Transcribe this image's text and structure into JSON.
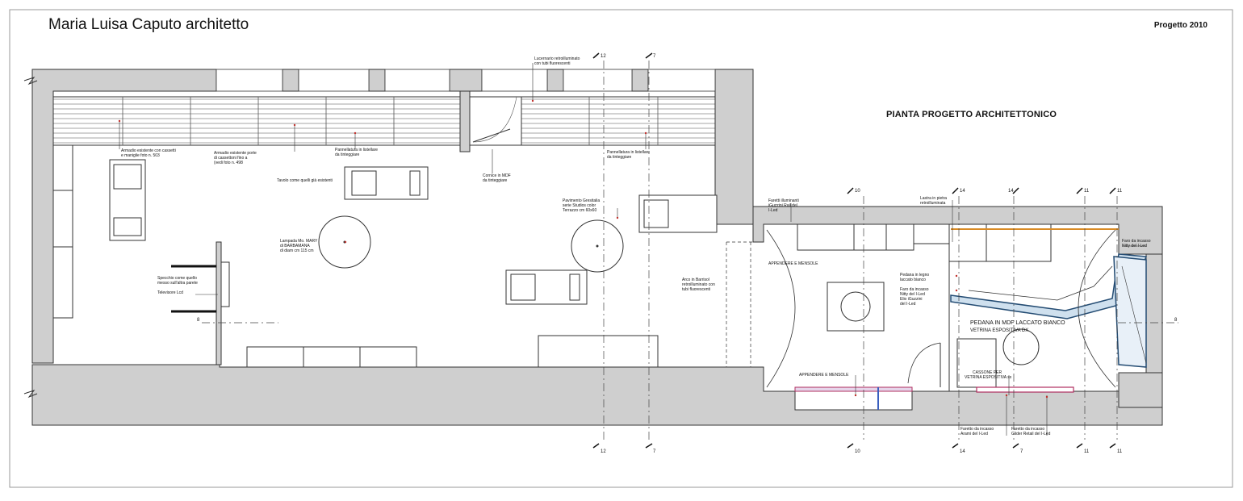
{
  "sheet": {
    "author": "Maria Luisa Caputo architetto",
    "project": "Progetto 2010",
    "title": "PIANTA PROGETTO ARCHITETTONICO"
  },
  "annotations": {
    "armadio_1_a": "Armadio esistente con cassetti",
    "armadio_1_b": "e maniglie foto n. 503",
    "armadio_2_a": "Armadio esistente porte",
    "armadio_2_b": "di cassettoni fino a",
    "armadio_2_c": "(vedi foto n. 498",
    "pannellatura_1_a": "Pannellatura in listellare",
    "pannellatura_1_b": "da tinteggiare",
    "pannellatura_2_a": "Pannellatura in listellare",
    "pannellatura_2_b": "da tinteggiare",
    "lucernario_a": "Lucernario retroilluminato",
    "lucernario_b": "con tubi fluorescenti",
    "tavolo": "Tavolo come quelli già esistenti",
    "cornice_a": "Cornice in MDF",
    "cornice_b": "da tinteggiare",
    "pavimento_a": "Pavimento Gresitalia",
    "pavimento_b": "serie Studios color",
    "pavimento_c": "Terrazzo cm 60x60",
    "lampada_a": "Lampada Mo. MARY",
    "lampada_b": "di BARBAMANA",
    "lampada_c": "di diam cm 115 cm",
    "specchio_a": "Specchio come quello",
    "specchio_b": "messo sull'altra parete",
    "televisore": "Televisore Lcd",
    "arco_a": "Arco in Barrisol",
    "arco_b": "retroilluminato con",
    "arco_c": "tubi fluorescenti",
    "faretti_rail_a": "Faretti illuminanti",
    "faretti_rail_b": "iGuzzini Rail del",
    "faretti_rail_c": "I-Led",
    "lastra_a": "Lastra in pietra",
    "lastra_b": "retroilluminata",
    "appendere_1": "APPENDERE E MENSOLE",
    "appendere_2": "APPENDERE E MENSOLE",
    "pedana_a": "Pedana in legno",
    "pedana_b": "laccato bianco",
    "faro_1_a": "Faro da incasso",
    "faro_1_b": "Nitty del I-Led",
    "faro_1_c": "Elio iGuzzini",
    "faro_1_d": "del I-Led",
    "pedana_mdf": "PEDANA IN MDF LACCATO BIANCO",
    "vetrina_dx": "VETRINA ESPOSITIVA DX",
    "cassone_a": "CASSONE PER",
    "cassone_b": "VETRINA ESPOSITIVA sx",
    "faro_2_a": "Faro da incasso",
    "faro_2_b": "Nitty del I-Led",
    "faretto_1_a": "Faretto da incasso",
    "faretto_1_b": "Arami del I-Led",
    "faretto_2_a": "Faretto da incasso",
    "faretto_2_b": "Glider Retail del I-Led"
  },
  "section_marks": {
    "top_1": "12",
    "top_2": "7",
    "top_3": "10",
    "top_4": "14",
    "top_5": "14",
    "top_6": "11",
    "top_7": "11",
    "bottom_1": "12",
    "bottom_2": "7",
    "bottom_3": "10",
    "bottom_4": "14",
    "bottom_5": "7",
    "bottom_6": "11",
    "bottom_7": "11",
    "side_left": "8",
    "side_right": "8"
  }
}
